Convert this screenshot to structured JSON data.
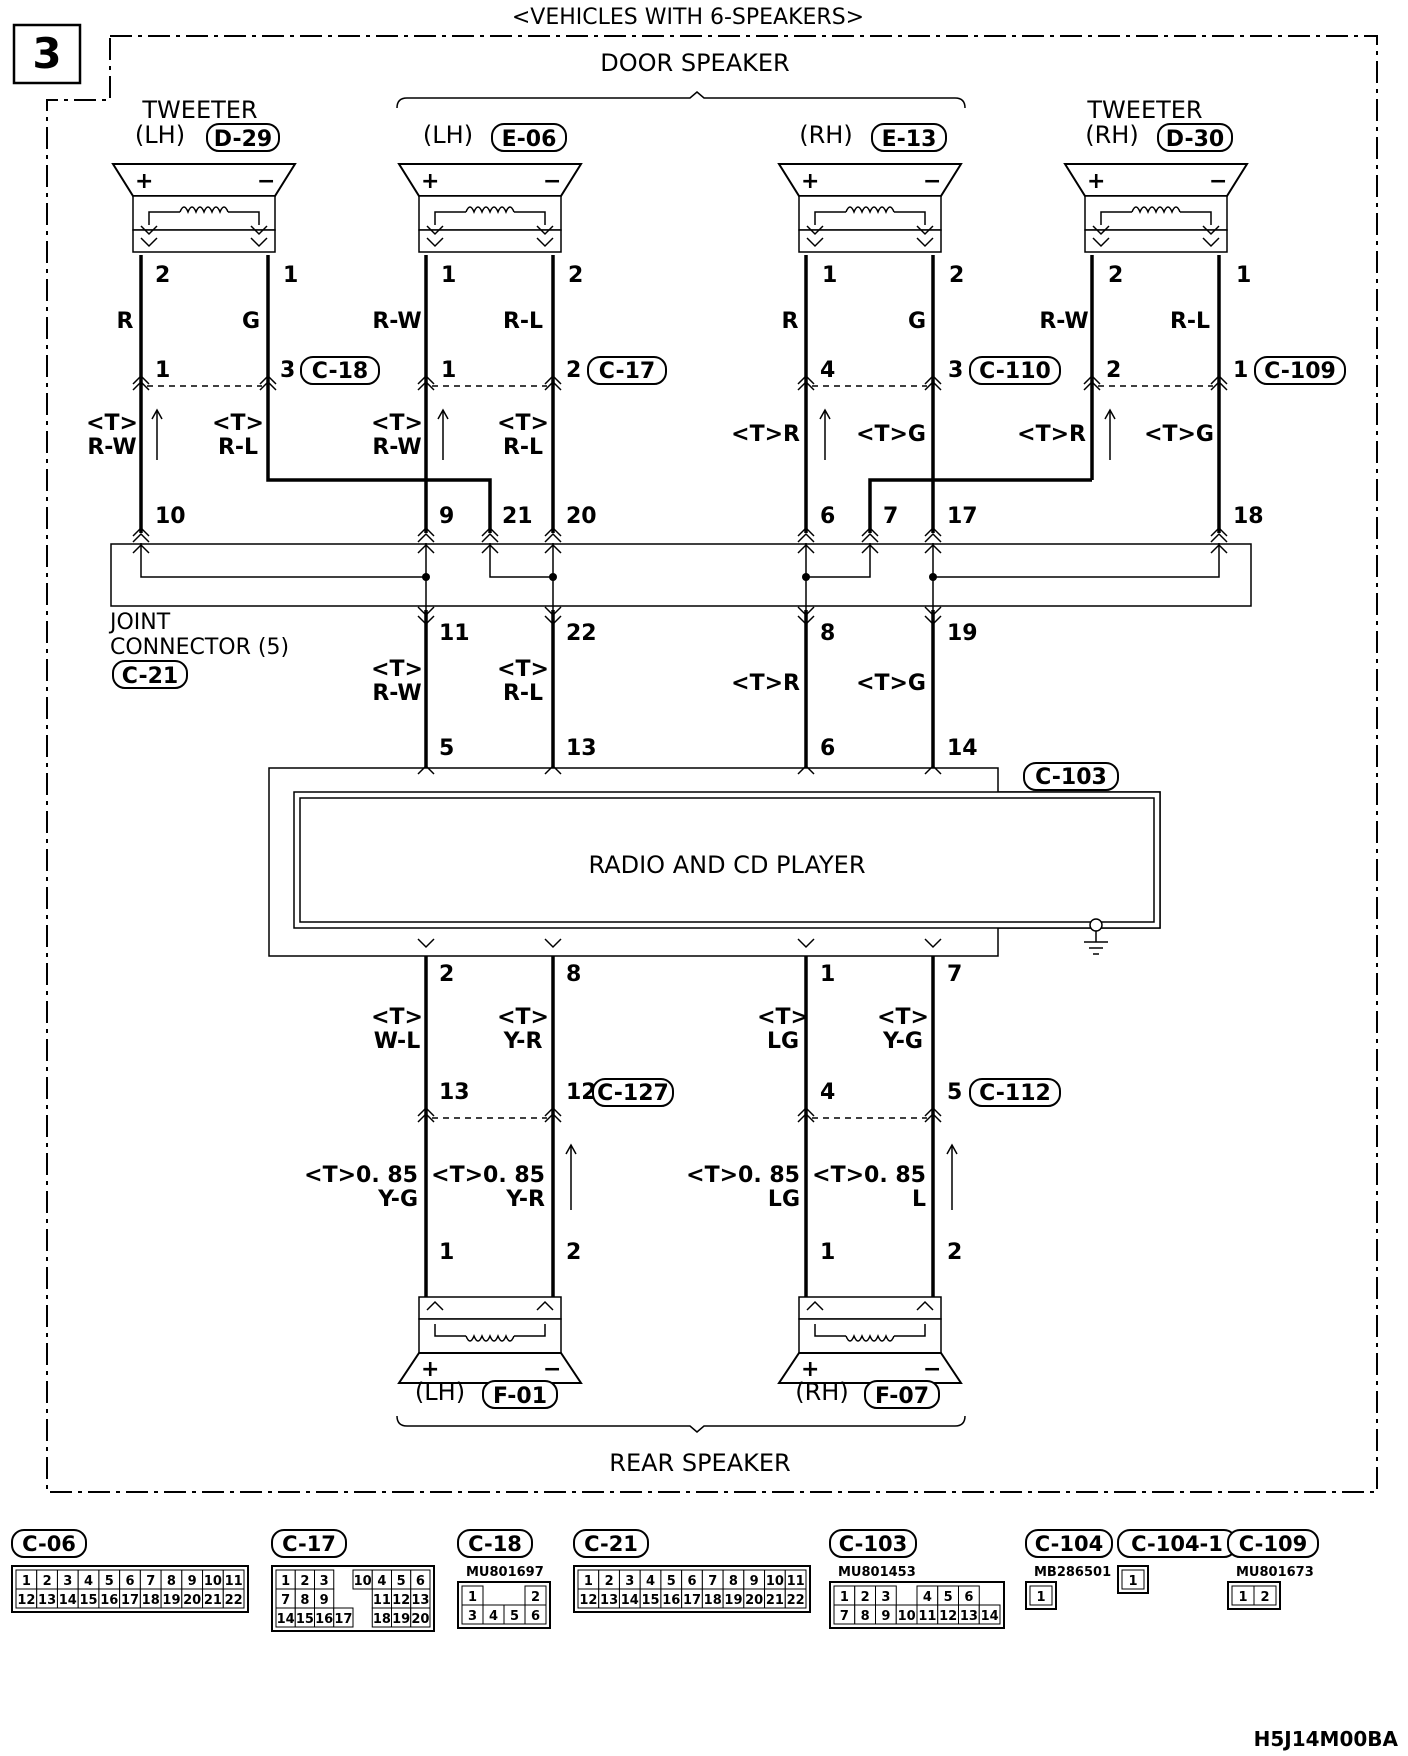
{
  "diagram": {
    "page_number": "3",
    "heading": "<VEHICLES WITH 6-SPEAKERS>",
    "door_speaker_label": "DOOR SPEAKER",
    "rear_speaker_label": "REAR  SPEAKER",
    "joint_connector_line1": "JOINT",
    "joint_connector_line2": "CONNECTOR (5)",
    "joint_connector_id": "C-21",
    "radio_label": "RADIO AND CD PLAYER",
    "radio_connector": "C-103",
    "footer_code": "H5J14M00BA"
  },
  "speakers": {
    "tweeter_lh": {
      "title": "TWEETER",
      "side": "(LH)",
      "connector": "D-29",
      "pin_left": "2",
      "pin_right": "1",
      "color_left": "R",
      "color_right": "G"
    },
    "door_lh": {
      "side": "(LH)",
      "connector": "E-06",
      "pin_left": "1",
      "pin_right": "2",
      "color_left": "R-W",
      "color_right": "R-L"
    },
    "door_rh": {
      "side": "(RH)",
      "connector": "E-13",
      "pin_left": "1",
      "pin_right": "2",
      "color_left": "R",
      "color_right": "G"
    },
    "tweeter_rh": {
      "title": "TWEETER",
      "side": "(RH)",
      "connector": "D-30",
      "pin_left": "2",
      "pin_right": "1",
      "color_left": "R-W",
      "color_right": "R-L"
    },
    "rear_lh": {
      "side": "(LH)",
      "connector": "F-01",
      "pin_left": "1",
      "pin_right": "2"
    },
    "rear_rh": {
      "side": "(RH)",
      "connector": "F-07",
      "pin_left": "1",
      "pin_right": "2"
    },
    "plus": "+",
    "minus": "−"
  },
  "upper_connectors": {
    "c18": {
      "id": "C-18",
      "pin_left": "1",
      "pin_right": "3"
    },
    "c17": {
      "id": "C-17",
      "pin_left": "1",
      "pin_right": "2"
    },
    "c110": {
      "id": "C-110",
      "pin_left": "4",
      "pin_right": "3"
    },
    "c109": {
      "id": "C-109",
      "pin_left": "2",
      "pin_right": "1"
    }
  },
  "harness_labels": {
    "tw_lh_left": [
      "<T>",
      "R-W"
    ],
    "tw_lh_right": [
      "<T>",
      "R-L"
    ],
    "door_lh_left": [
      "<T>",
      "R-W"
    ],
    "door_lh_right": [
      "<T>",
      "R-L"
    ],
    "door_rh_left": "<T>R",
    "door_rh_right": "<T>G",
    "tw_rh_left": "<T>R",
    "tw_rh_right": "<T>G"
  },
  "joint_pins": {
    "top": [
      "10",
      "9",
      "21",
      "20",
      "6",
      "7",
      "17",
      "18"
    ],
    "bottom": [
      "11",
      "22",
      "8",
      "19"
    ]
  },
  "joint_to_radio_labels": {
    "lh_left": [
      "<T>",
      "R-W"
    ],
    "lh_right": [
      "<T>",
      "R-L"
    ],
    "rh_left": "<T>R",
    "rh_right": "<T>G"
  },
  "radio_pins": {
    "top": [
      "5",
      "13",
      "6",
      "14"
    ],
    "bottom": [
      "2",
      "8",
      "1",
      "7"
    ]
  },
  "rear_wiring": {
    "upper_labels": {
      "a": [
        "<T>",
        "W-L"
      ],
      "b": [
        "<T>",
        "Y-R"
      ],
      "c": [
        "<T>",
        "LG"
      ],
      "d": [
        "<T>",
        "Y-G"
      ]
    },
    "c127": {
      "id": "C-127",
      "pin_left": "13",
      "pin_right": "12"
    },
    "c112": {
      "id": "C-112",
      "pin_left": "4",
      "pin_right": "5"
    },
    "lower_labels": {
      "a": [
        "<T>0. 85",
        "Y-G"
      ],
      "b": [
        "<T>0. 85",
        "Y-R"
      ],
      "c": [
        "<T>0. 85",
        "LG"
      ],
      "d": [
        "<T>0. 85",
        "L"
      ]
    }
  },
  "connector_legend": [
    {
      "id": "C-06",
      "part": "",
      "rows": [
        [
          "1",
          "2",
          "3",
          "4",
          "5",
          "6",
          "7",
          "8",
          "9",
          "10",
          "11"
        ],
        [
          "12",
          "13",
          "14",
          "15",
          "16",
          "17",
          "18",
          "19",
          "20",
          "21",
          "22"
        ]
      ]
    },
    {
      "id": "C-17",
      "part": "",
      "rows": [
        [
          "1",
          "2",
          "3",
          "",
          "10",
          "4",
          "5",
          "6"
        ],
        [
          "7",
          "8",
          "9",
          "",
          "",
          "11",
          "12",
          "13"
        ],
        [
          "14",
          "15",
          "16",
          "17",
          "",
          "18",
          "19",
          "20"
        ]
      ]
    },
    {
      "id": "C-18",
      "part": "MU801697",
      "rows": [
        [
          "1",
          "",
          "",
          "2"
        ],
        [
          "3",
          "4",
          "5",
          "6"
        ]
      ]
    },
    {
      "id": "C-21",
      "part": "",
      "rows": [
        [
          "1",
          "2",
          "3",
          "4",
          "5",
          "6",
          "7",
          "8",
          "9",
          "10",
          "11"
        ],
        [
          "12",
          "13",
          "14",
          "15",
          "16",
          "17",
          "18",
          "19",
          "20",
          "21",
          "22"
        ]
      ]
    },
    {
      "id": "C-103",
      "part": "MU801453",
      "rows": [
        [
          "1",
          "2",
          "3",
          "",
          "4",
          "5",
          "6"
        ],
        [
          "7",
          "8",
          "9",
          "10",
          "11",
          "12",
          "13",
          "14"
        ]
      ]
    },
    {
      "id": "C-104",
      "part": "MB286501",
      "rows": [
        [
          "1"
        ]
      ]
    },
    {
      "id": "C-104-1",
      "part": "",
      "rows": [
        [
          "1"
        ]
      ]
    },
    {
      "id": "C-109",
      "part": "MU801673",
      "rows": [
        [
          "1",
          "2"
        ]
      ]
    }
  ]
}
